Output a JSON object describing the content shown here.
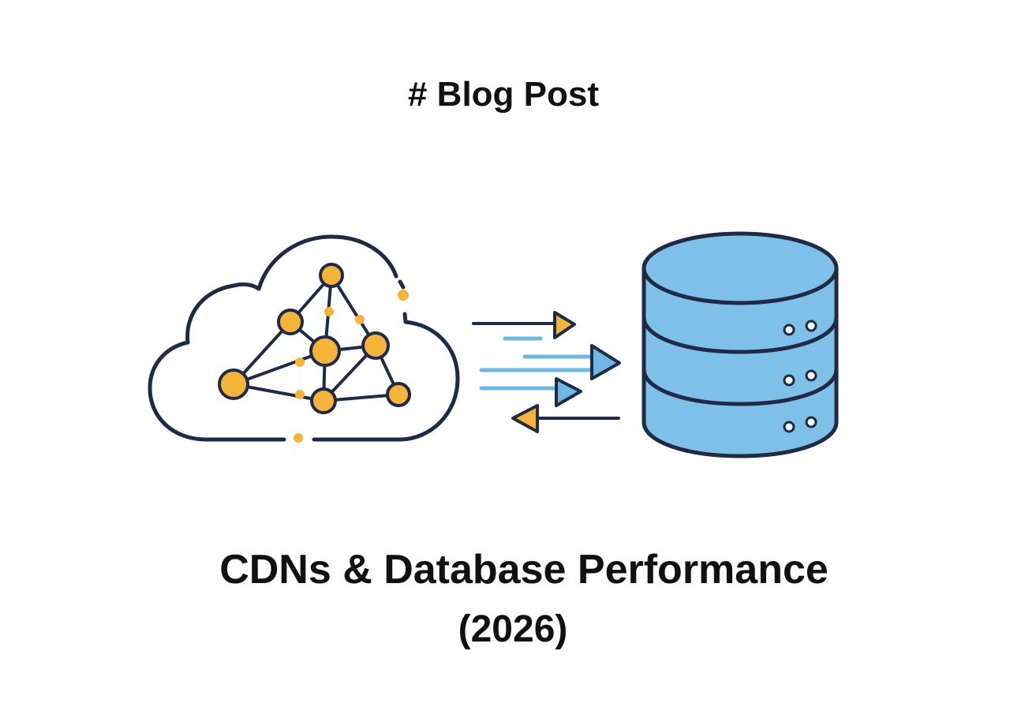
{
  "header": {
    "label": "# Blog Post"
  },
  "title": {
    "main": "CDNs & Database Performance",
    "year": "(2026)"
  },
  "illustration": {
    "left_icon": "cloud-network-icon",
    "middle_icon": "data-transfer-arrows-icon",
    "right_icon": "database-server-icon"
  },
  "colors": {
    "outline": "#1f2a44",
    "node": "#f4b43a",
    "database": "#7ec0e8",
    "arrow_blue": "#6fb8e6",
    "text": "#111111",
    "background": "#ffffff"
  }
}
